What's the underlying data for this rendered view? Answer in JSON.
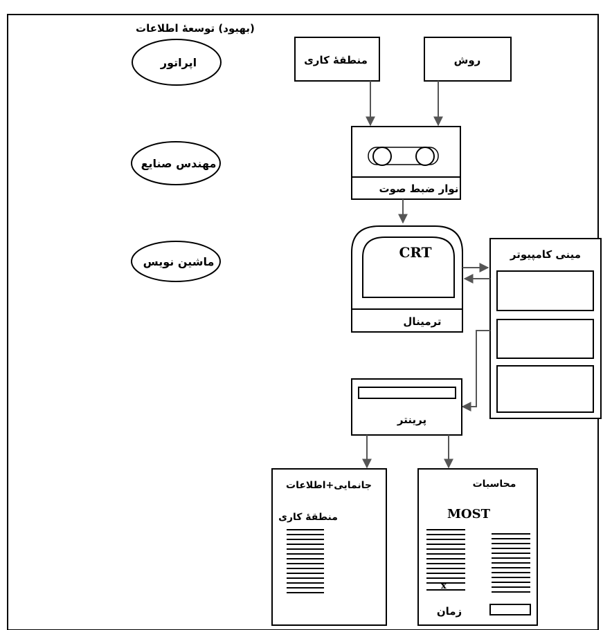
{
  "title": "(بهبود) توسعهٔ اطلاعات",
  "people": {
    "operator": "اپراتور",
    "industrial_engineer": "مهندس صنایع",
    "typist": "ماشین نویس"
  },
  "inputs": {
    "work_area": "منطقهٔ کاری",
    "method": "روش"
  },
  "devices": {
    "tape_recorder": "نوار ضبط صوت",
    "crt": "CRT",
    "terminal": "ترمینال",
    "minicomputer": "مینی کامپیوتر",
    "printer": "پرینتر"
  },
  "outputs": {
    "layout_doc_title": "جانمایی+اطلاعات",
    "layout_doc_subtitle": "منطقهٔ کاری",
    "calc_doc_title": "محاسبات",
    "calc_doc_most": "MOST",
    "calc_doc_time": "زمان",
    "calc_doc_x": "x"
  },
  "colors": {
    "ink": "#000000",
    "arrow": "#555555",
    "background": "#ffffff"
  }
}
